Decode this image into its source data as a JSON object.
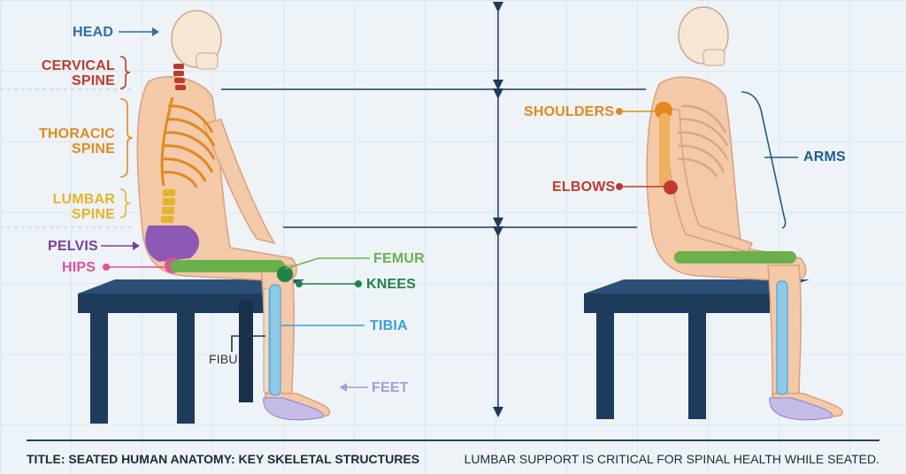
{
  "colors": {
    "head": "#2d6ea8",
    "cervical": "#c0392b",
    "thoracic": "#e08a1e",
    "lumbar": "#e3b52a",
    "pelvis": "#7b3f9e",
    "hips": "#e0509c",
    "femur": "#6ab04c",
    "knees": "#1e8449",
    "tibia": "#3a9fd8",
    "fibula": "#333333",
    "feet": "#a89bd8",
    "shoulders": "#e08a1e",
    "elbows": "#c0392b",
    "arms": "#1f5e8c",
    "skin": "#f3c9a8",
    "chair": "#1f3b5c"
  },
  "labels": {
    "head": "HEAD",
    "cervical": "CERVICAL\nSPINE",
    "thoracic": "THORACIC\nSPINE",
    "lumbar": "LUMBAR\nSPINE",
    "pelvis": "PELVIS",
    "hips": "HIPS",
    "femur": "FEMUR",
    "knees": "KNEES",
    "tibia": "TIBIA",
    "fibula": "FIBULA",
    "feet": "FEET",
    "shoulders": "SHOULDERS",
    "elbows": "ELBOWS",
    "arms": "ARMS"
  },
  "footer": {
    "title": "TITLE: SEATED HUMAN ANATOMY: KEY SKELETAL STRUCTURES",
    "note": "LUMBAR SUPPORT IS CRITICAL FOR SPINAL HEALTH WHILE SEATED."
  }
}
